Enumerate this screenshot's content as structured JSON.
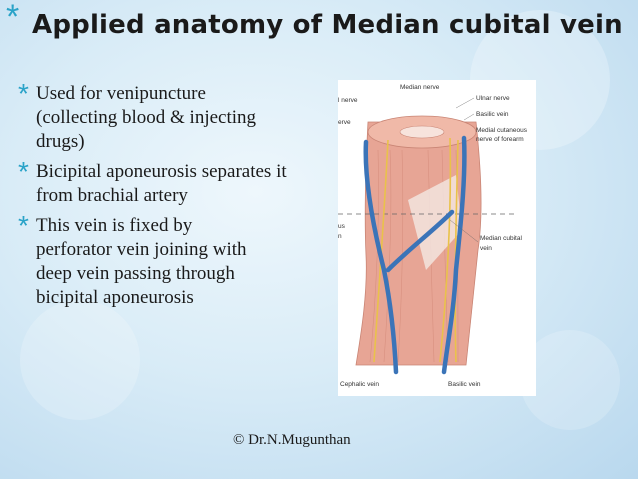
{
  "slide": {
    "title_star": "*",
    "title": "Applied anatomy of Median cubital vein",
    "bullets": [
      {
        "star": "*",
        "text": "Used for venipuncture (collecting blood & injecting drugs)"
      },
      {
        "star": "*",
        "text": "Bicipital aponeurosis separates it from brachial artery"
      },
      {
        "star": "*",
        "text": "This vein is fixed by perforator vein joining with deep vein passing through bicipital aponeurosis"
      }
    ],
    "figure_labels": {
      "median_nerve": "Median nerve",
      "ulnar_nerve": "Ulnar nerve",
      "basilic_vein_top": "Basilic vein",
      "medial_cutaneous": "Medial cutaneous",
      "nerve_of_forearm": "nerve of forearm",
      "l_nerve": "l nerve",
      "erve": "erve",
      "us": "us",
      "n": "n",
      "median_cubital": "Median cubital",
      "vein": "vein",
      "cephalic_vein": "Cephalic vein",
      "basilic_vein_bottom": "Basilic vein"
    },
    "footer": "© Dr.N.Mugunthan"
  },
  "colors": {
    "accent_star": "#2aa3c8",
    "vein_blue": "#3b74b8",
    "muscle": "#e7a595",
    "nerve_yellow": "#e9c24a"
  }
}
